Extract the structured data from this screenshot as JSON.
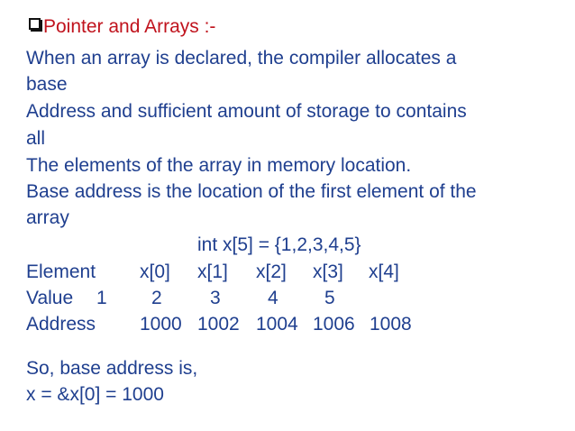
{
  "title": "Pointer and Arrays :-",
  "bullet_icon": "square-checkbox-bullet-icon",
  "lines": [
    "When an array is declared, the compiler allocates a",
    "base",
    "Address and sufficient amount of storage to contains",
    "all",
    "The elements of the array in memory location.",
    "Base address is the location of the first element of the",
    "array"
  ],
  "declaration": "int  x[5] = {1,2,3,4,5}",
  "table": {
    "element_label": "Element",
    "elements": [
      "x[0]",
      "x[1]",
      "x[2]",
      "x[3]",
      "x[4]"
    ],
    "value_label": "Value",
    "values": [
      "1",
      "2",
      "3",
      "4",
      "5"
    ],
    "address_label": "Address",
    "addresses": [
      "1000",
      "1002",
      "1004",
      "1006",
      "1008"
    ]
  },
  "summary": [
    "So, base address is,",
    "x = &x[0] = 1000"
  ],
  "colors": {
    "title": "#c0131d",
    "text": "#1f3f8f",
    "background": "#ffffff"
  }
}
